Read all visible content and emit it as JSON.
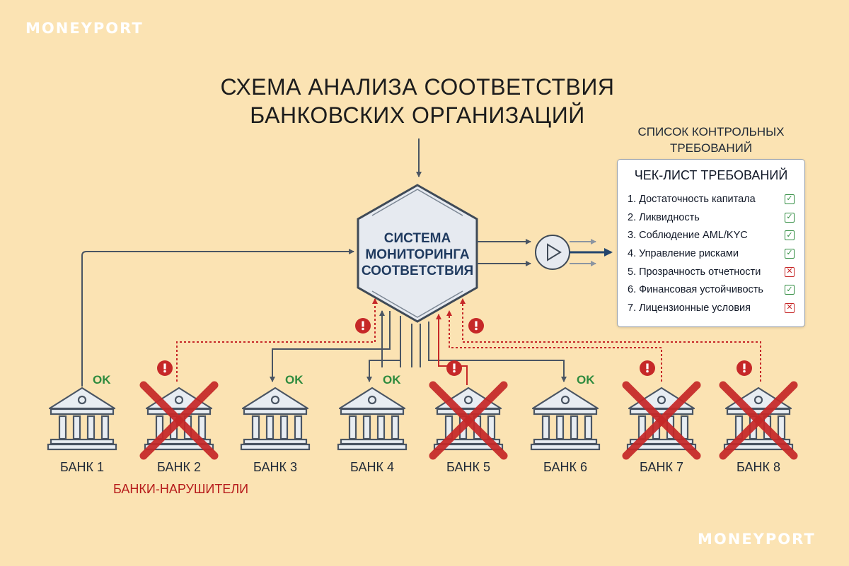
{
  "brand": {
    "logo_text": "MONEYPORT"
  },
  "title_line1": "СХЕМА АНАЛИЗА СООТВЕТСТВИЯ",
  "title_line2": "БАНКОВСКИХ ОРГАНИЗАЦИЙ",
  "monitoring_system": {
    "line1": "СИСТЕМА",
    "line2": "МОНИТОРИНГА",
    "line3": "СООТВЕТСТВИЯ"
  },
  "checklist_caption_line1": "СПИСОК КОНТРОЛЬНЫХ",
  "checklist_caption_line2": "ТРЕБОВАНИЙ",
  "checklist": {
    "title": "ЧЕК-ЛИСТ ТРЕБОВАНИЙ",
    "items": [
      {
        "label": "1. Достаточность капитала",
        "status": "ok"
      },
      {
        "label": "2. Ликвидность",
        "status": "ok"
      },
      {
        "label": "3. Соблюдение AML/KYC",
        "status": "ok"
      },
      {
        "label": "4. Управление рисками",
        "status": "ok"
      },
      {
        "label": "5. Прозрачность отчетности",
        "status": "fail"
      },
      {
        "label": "6. Финансовая устойчивость",
        "status": "ok"
      },
      {
        "label": "7. Лицензионные условия",
        "status": "fail"
      }
    ]
  },
  "banks": [
    {
      "label": "БАНК 1",
      "status": "ok"
    },
    {
      "label": "БАНК 2",
      "status": "violation"
    },
    {
      "label": "БАНК 3",
      "status": "ok"
    },
    {
      "label": "БАНК 4",
      "status": "ok"
    },
    {
      "label": "БАНК 5",
      "status": "violation"
    },
    {
      "label": "БАНК 6",
      "status": "ok"
    },
    {
      "label": "БАНК 7",
      "status": "violation"
    },
    {
      "label": "БАНК 8",
      "status": "violation"
    }
  ],
  "ok_label": "OK",
  "violators_caption": "БАНКИ-НАРУШИТЕЛИ",
  "colors": {
    "background": "#fbe3b3",
    "hexagon_fill": "#e6eaf0",
    "outline": "#4a5563",
    "bank_fill": "#e8edf2",
    "violation": "#c62828",
    "ok_green": "#2e8b3e",
    "arrow_blue": "#23456d"
  }
}
